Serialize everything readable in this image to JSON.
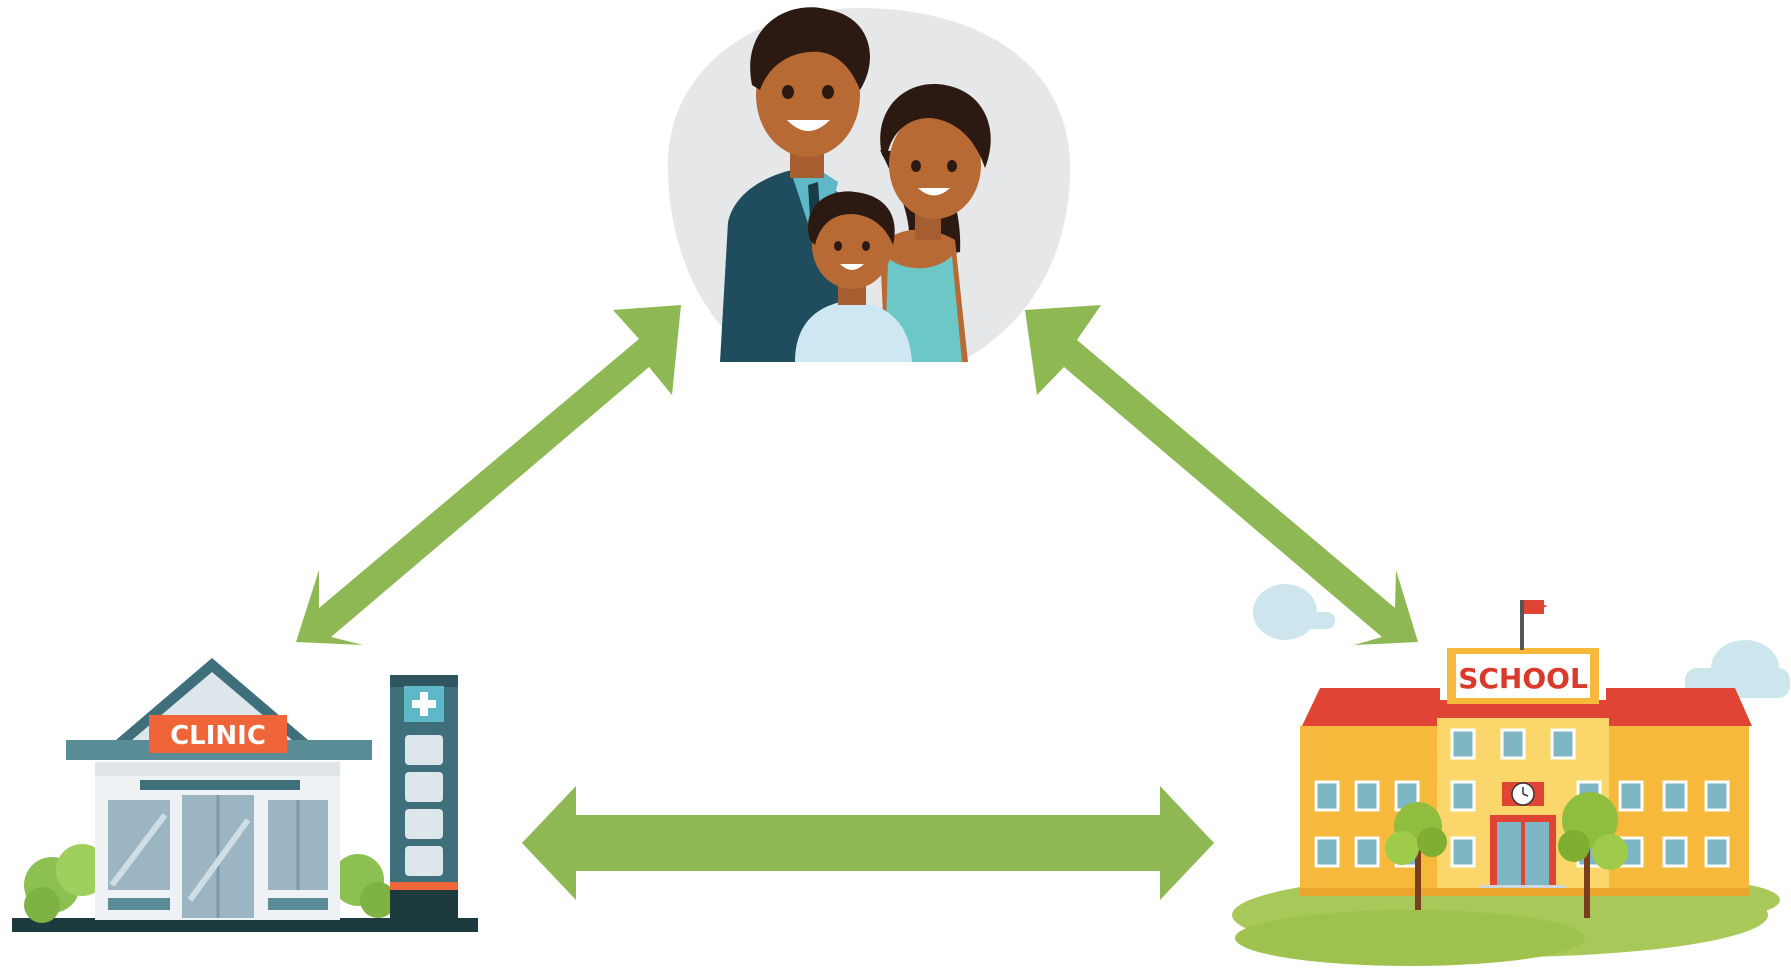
{
  "diagram": {
    "nodes": {
      "family": {
        "icon": "family-icon"
      },
      "clinic": {
        "label": "CLINIC",
        "icon": "clinic-building-icon",
        "cross_icon": "medical-cross-icon"
      },
      "school": {
        "label": "SCHOOL",
        "icon": "school-building-icon",
        "flag_icon": "flag-icon",
        "clock_icon": "clock-icon"
      }
    },
    "edges": [
      {
        "from": "family",
        "to": "clinic",
        "direction": "bidirectional"
      },
      {
        "from": "family",
        "to": "school",
        "direction": "bidirectional"
      },
      {
        "from": "clinic",
        "to": "school",
        "direction": "bidirectional"
      }
    ],
    "colors": {
      "arrow": "#8db854",
      "clinic_sign": "#f0643a",
      "school_sign_text": "#d93a2b",
      "school_roof": "#e04434",
      "school_wall": "#f6b93b",
      "building_teal": "#5a8c96",
      "grass": "#a8c95a",
      "family_backdrop": "#e6e7e9"
    }
  }
}
